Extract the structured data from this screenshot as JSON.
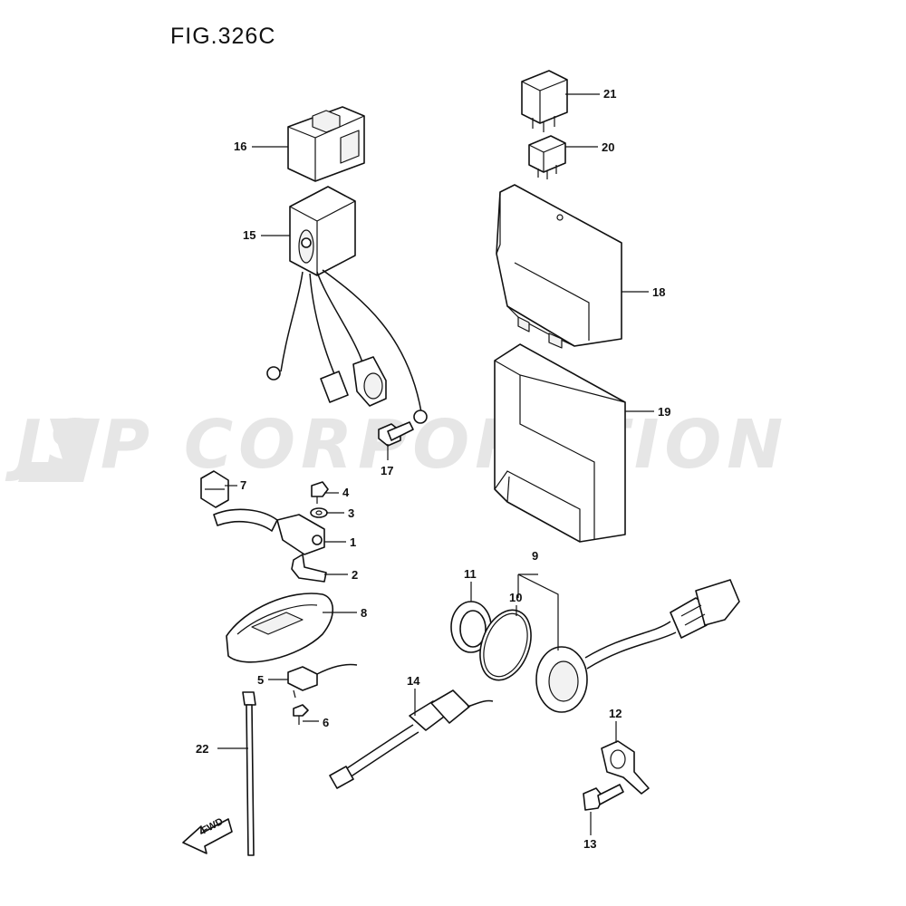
{
  "figure": {
    "title": "FIG.326C",
    "watermark": "JSP CORPORATION",
    "fwd_label": "FWD"
  },
  "callouts": [
    {
      "id": "1",
      "label": "1"
    },
    {
      "id": "2",
      "label": "2"
    },
    {
      "id": "3",
      "label": "3"
    },
    {
      "id": "4",
      "label": "4"
    },
    {
      "id": "5",
      "label": "5"
    },
    {
      "id": "6",
      "label": "6"
    },
    {
      "id": "7",
      "label": "7"
    },
    {
      "id": "8",
      "label": "8"
    },
    {
      "id": "9",
      "label": "9"
    },
    {
      "id": "10",
      "label": "10"
    },
    {
      "id": "11",
      "label": "11"
    },
    {
      "id": "12",
      "label": "12"
    },
    {
      "id": "13",
      "label": "13"
    },
    {
      "id": "14",
      "label": "14"
    },
    {
      "id": "15",
      "label": "15"
    },
    {
      "id": "16",
      "label": "16"
    },
    {
      "id": "17",
      "label": "17"
    },
    {
      "id": "18",
      "label": "18"
    },
    {
      "id": "19",
      "label": "19"
    },
    {
      "id": "20",
      "label": "20"
    },
    {
      "id": "21",
      "label": "21"
    },
    {
      "id": "22",
      "label": "22"
    }
  ]
}
